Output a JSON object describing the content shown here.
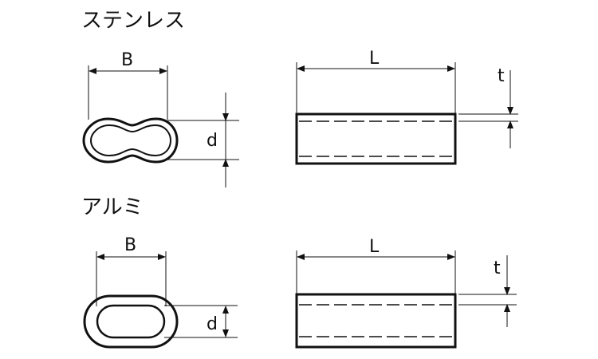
{
  "colors": {
    "stroke": "#111111",
    "background": "#ffffff"
  },
  "sections": [
    {
      "title": "ステンレス",
      "end_view_labels": {
        "width": "B",
        "height": "d"
      },
      "side_view_labels": {
        "length": "L",
        "thickness": "t"
      }
    },
    {
      "title": "アルミ",
      "end_view_labels": {
        "width": "B",
        "height": "d"
      },
      "side_view_labels": {
        "length": "L",
        "thickness": "t"
      }
    }
  ]
}
